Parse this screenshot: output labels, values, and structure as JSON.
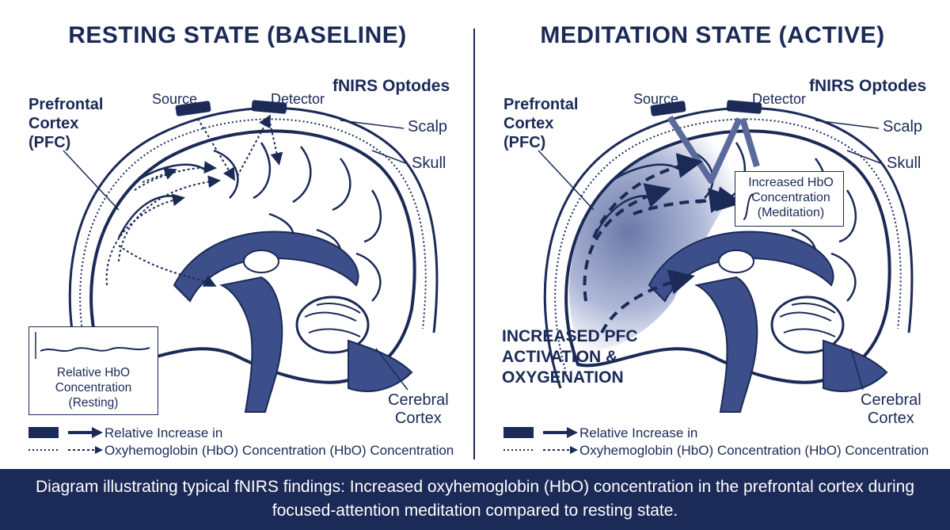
{
  "left": {
    "title": "RESTING STATE (BASELINE)",
    "optodes_label": "fNIRS Optodes",
    "source_label": "Source",
    "detector_label": "Detector",
    "pfc_label": "Prefrontal\nCortex\n(PFC)",
    "scalp_label": "Scalp",
    "skull_label": "Skull",
    "cortex_label": "Cerebral\nCortex",
    "graph_label": "Relative HbO\nConcentration\n(Resting)",
    "legend_text": "Relative Increase in\nOxyhemoglobin (HbO) Concentration (HbO) Concentration"
  },
  "right": {
    "title": "MEDITATION STATE (ACTIVE)",
    "optodes_label": "fNIRS Optodes",
    "source_label": "Source",
    "detector_label": "Detector",
    "pfc_label": "Prefrontal\nCortex\n(PFC)",
    "scalp_label": "Scalp",
    "skull_label": "Skull",
    "cortex_label": "Cerebral\nCortex",
    "hbo_box_label": "Increased HbO\nConcentration\n(Meditation)",
    "activation_label": "INCREASED PFC\nACTIVATION &\nOXYGENATION",
    "legend_text": "Relative Increase in\nOxyhemoglobin (HbO) Concentration (HbO) Concentration"
  },
  "caption": "Diagram illustrating typical fNIRS findings: Increased oxyhemoglobin (HbO) concentration in the prefrontal cortex during focused-attention meditation compared to resting state.",
  "colors": {
    "navy": "#1b2a57",
    "blue_fill": "#3d4f8a",
    "light_fill": "#c9d0e6",
    "white": "#ffffff"
  }
}
